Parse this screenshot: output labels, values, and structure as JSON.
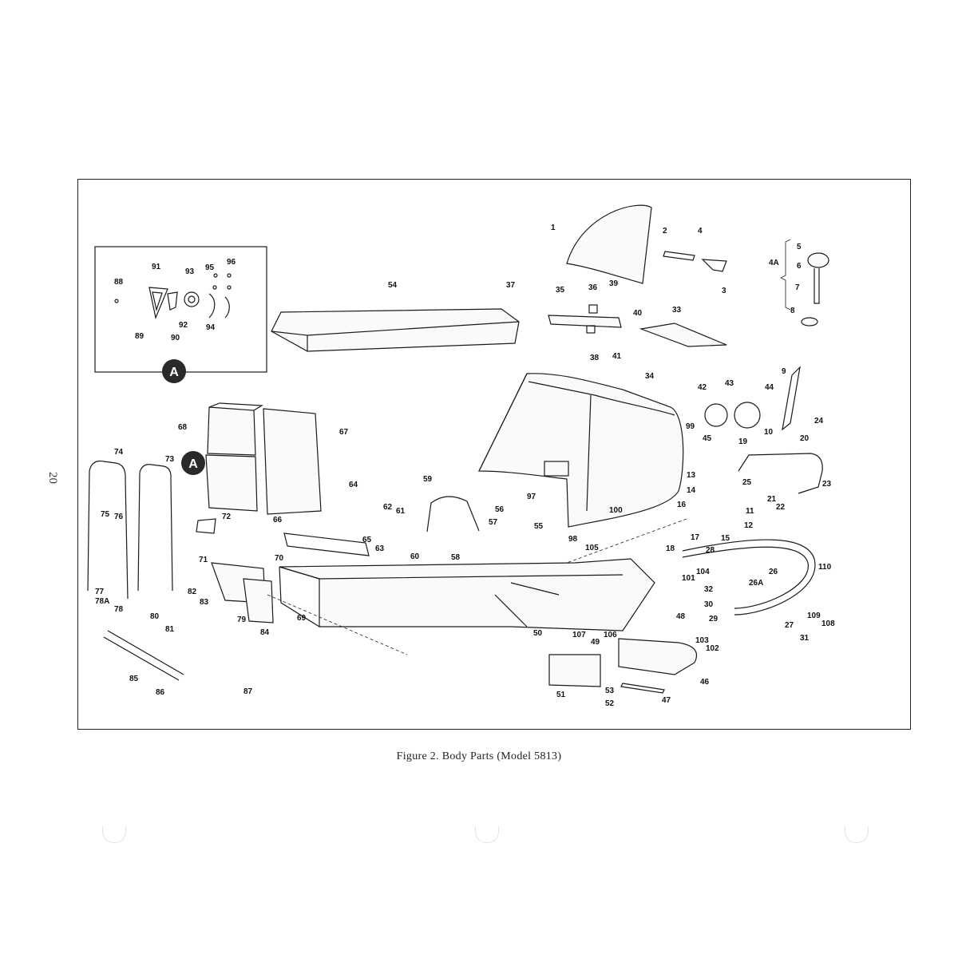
{
  "page_number": "20",
  "caption": "Figure 2.  Body Parts (Model 5813)",
  "callout_badge": "A",
  "inset_label": "A",
  "part_labels": [
    "1",
    "2",
    "3",
    "4",
    "4A",
    "5",
    "6",
    "7",
    "8",
    "9",
    "10",
    "11",
    "12",
    "13",
    "14",
    "15",
    "16",
    "17",
    "18",
    "19",
    "20",
    "21",
    "22",
    "23",
    "24",
    "25",
    "26",
    "26A",
    "27",
    "28",
    "29",
    "30",
    "31",
    "32",
    "33",
    "34",
    "35",
    "36",
    "37",
    "38",
    "39",
    "40",
    "41",
    "42",
    "43",
    "44",
    "45",
    "46",
    "47",
    "48",
    "49",
    "50",
    "51",
    "52",
    "53",
    "54",
    "55",
    "56",
    "57",
    "58",
    "59",
    "60",
    "61",
    "62",
    "63",
    "64",
    "65",
    "66",
    "67",
    "68",
    "69",
    "70",
    "71",
    "72",
    "73",
    "74",
    "75",
    "76",
    "77",
    "78",
    "78A",
    "79",
    "80",
    "81",
    "82",
    "83",
    "84",
    "85",
    "86",
    "87",
    "88",
    "89",
    "90",
    "91",
    "92",
    "93",
    "94",
    "95",
    "96",
    "97",
    "98",
    "99",
    "100",
    "101",
    "102",
    "103",
    "104",
    "105",
    "106",
    "107",
    "108",
    "109",
    "110"
  ]
}
